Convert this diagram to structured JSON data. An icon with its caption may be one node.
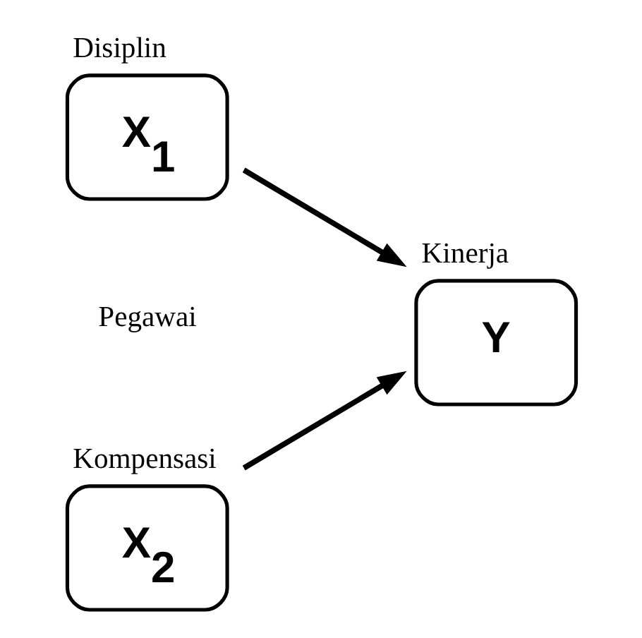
{
  "diagram": {
    "nodes": [
      {
        "text": [
          "Disiplin",
          "X$_{1}$"
        ]
      },
      {
        "text": [
          "Kompensasi",
          "X$_{2}$"
        ]
      },
      {
        "text": [
          "Kinerja",
          "Y"
        ]
      }
    ],
    "edges": [
      {
        "from": 0,
        "to": 2,
        "arrow": "to"
      },
      {
        "from": 1,
        "to": 2,
        "arrow": "to"
      }
    ],
    "labels": [
      "Pegawai"
    ]
  }
}
